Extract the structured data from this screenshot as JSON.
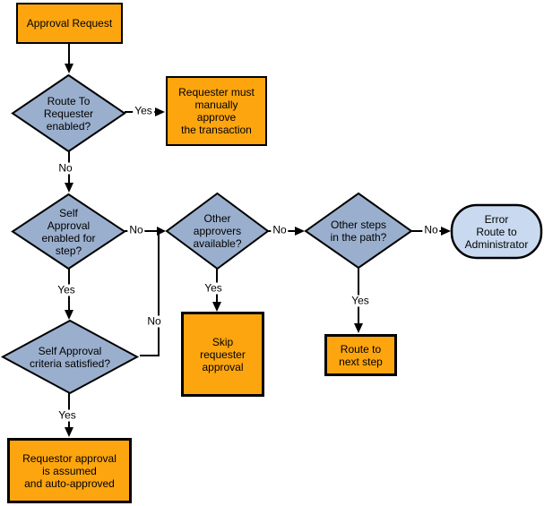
{
  "colors": {
    "process_fill": "#FCA50F",
    "decision_fill": "#9AAFCD",
    "terminator_fill": "#C9DAF0",
    "border": "#000000",
    "background": "#FFFFFF"
  },
  "nodes": {
    "approval_request": {
      "type": "process",
      "label": "Approval Request"
    },
    "route_to_requester": {
      "type": "decision",
      "label": "Route To\nRequester\nenabled?"
    },
    "requester_must_approve": {
      "type": "process",
      "label": "Requester must\nmanually\napprove\nthe transaction"
    },
    "self_approval_enabled": {
      "type": "decision",
      "label": "Self\nApproval\nenabled for\nstep?"
    },
    "other_approvers": {
      "type": "decision",
      "label": "Other\napprovers\navailable?"
    },
    "other_steps": {
      "type": "decision",
      "label": "Other steps\nin the path?"
    },
    "error_route_admin": {
      "type": "terminator",
      "label": "Error\nRoute to\nAdministrator"
    },
    "skip_requester": {
      "type": "process",
      "label": "Skip\nrequester\napproval"
    },
    "route_next_step": {
      "type": "process",
      "label": "Route to\nnext step"
    },
    "self_approval_criteria": {
      "type": "decision",
      "label": "Self Approval\ncriteria satisfied?"
    },
    "requestor_assumed": {
      "type": "process",
      "label": "Requestor approval\nis assumed\nand auto-approved"
    }
  },
  "edges": [
    {
      "from": "approval_request",
      "to": "route_to_requester",
      "label": ""
    },
    {
      "from": "route_to_requester",
      "to": "requester_must_approve",
      "label": "Yes"
    },
    {
      "from": "route_to_requester",
      "to": "self_approval_enabled",
      "label": "No"
    },
    {
      "from": "self_approval_enabled",
      "to": "other_approvers",
      "label": "No"
    },
    {
      "from": "self_approval_enabled",
      "to": "self_approval_criteria",
      "label": "Yes"
    },
    {
      "from": "self_approval_criteria",
      "to": "other_approvers",
      "label": "No"
    },
    {
      "from": "self_approval_criteria",
      "to": "requestor_assumed",
      "label": "Yes"
    },
    {
      "from": "other_approvers",
      "to": "skip_requester",
      "label": "Yes"
    },
    {
      "from": "other_approvers",
      "to": "other_steps",
      "label": "No"
    },
    {
      "from": "other_steps",
      "to": "route_next_step",
      "label": "Yes"
    },
    {
      "from": "other_steps",
      "to": "error_route_admin",
      "label": "No"
    }
  ]
}
